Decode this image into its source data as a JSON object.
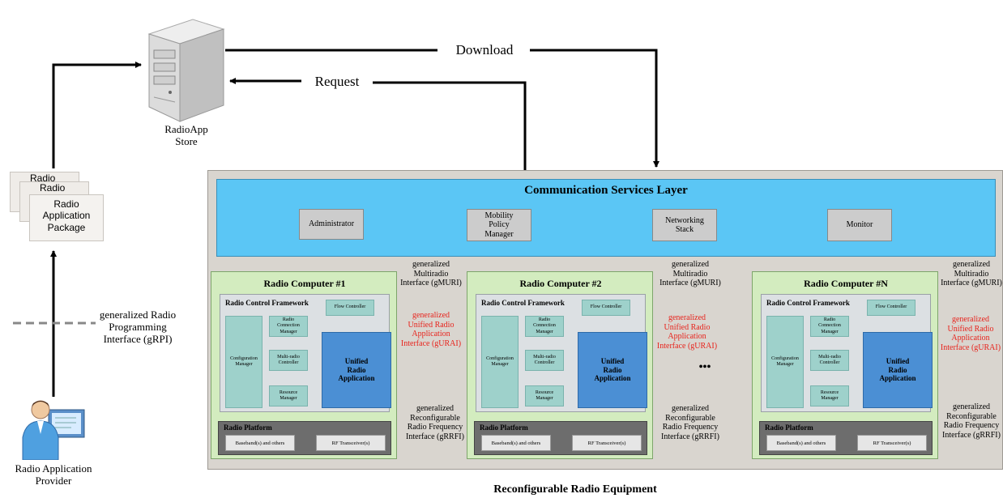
{
  "store": {
    "label": "RadioApp\nStore"
  },
  "arrows": {
    "download": "Download",
    "request": "Request"
  },
  "package": {
    "back1": "Radio",
    "back2": "Radio",
    "front": "Radio\nApplication\nPackage"
  },
  "grpi": {
    "label": "generalized Radio\nProgramming\nInterface (gRPI)"
  },
  "provider": {
    "label": "Radio Application\nProvider"
  },
  "equipment": {
    "title": "Reconfigurable Radio Equipment"
  },
  "csl": {
    "title": "Communication Services Layer",
    "services": [
      "Administrator",
      "Mobility\nPolicy\nManager",
      "Networking\nStack",
      "Monitor"
    ]
  },
  "interfaces": {
    "gmuri": "generalized\nMultiradio\nInterface (gMURI)",
    "gurai": "generalized\nUnified Radio\nApplication\nInterface (gURAI)",
    "grrfi": "generalized\nReconfigurable\nRadio Frequency\nInterface (gRRFI)"
  },
  "ellipsis": "•••",
  "computers": [
    {
      "title": "Radio Computer #1",
      "rcf_title": "Radio Control Framework",
      "flow_controller": "Flow Controller",
      "config_manager": "Configuration\nManager",
      "radio_conn_manager": "Radio\nConnection\nManager",
      "multiradio_controller": "Multi-radio\nController",
      "resource_manager": "Resource\nManager",
      "ura": "Unified\nRadio\nApplication",
      "platform_title": "Radio Platform",
      "baseband": "Baseband(s) and others",
      "rf": "RF Transceiver(s)"
    },
    {
      "title": "Radio Computer #2",
      "rcf_title": "Radio Control Framework",
      "flow_controller": "Flow Controller",
      "config_manager": "Configuration\nManager",
      "radio_conn_manager": "Radio\nConnection\nManager",
      "multiradio_controller": "Multi-radio\nController",
      "resource_manager": "Resource\nManager",
      "ura": "Unified\nRadio\nApplication",
      "platform_title": "Radio Platform",
      "baseband": "Baseband(s) and others",
      "rf": "RF Transceiver(s)"
    },
    {
      "title": "Radio Computer #N",
      "rcf_title": "Radio Control Framework",
      "flow_controller": "Flow Controller",
      "config_manager": "Configuration\nManager",
      "radio_conn_manager": "Radio\nConnection\nManager",
      "multiradio_controller": "Multi-radio\nController",
      "resource_manager": "Resource\nManager",
      "ura": "Unified\nRadio\nApplication",
      "platform_title": "Radio Platform",
      "baseband": "Baseband(s) and others",
      "rf": "RF Transceiver(s)"
    }
  ]
}
